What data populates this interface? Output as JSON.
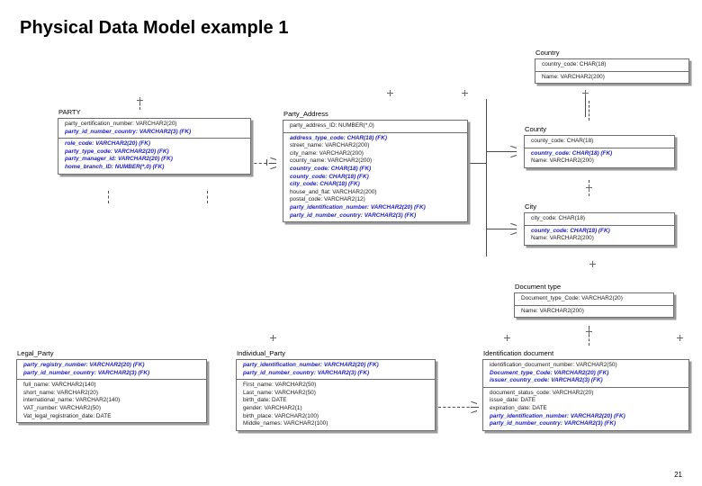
{
  "slide": {
    "title": "Physical Data Model example 1",
    "page_number": "21"
  },
  "entities": {
    "party": {
      "title": "PARTY",
      "pk": [
        "party_certification_number: VARCHAR2(20)",
        "party_id_number_country: VARCHAR2(3) (FK)"
      ],
      "attrs": [
        "role_code: VARCHAR2(20) (FK)",
        "party_type_code: VARCHAR2(20) (FK)",
        "party_manager_id: VARCHAR2(20) (FK)",
        "home_branch_ID: NUMBER(*,0) (FK)"
      ]
    },
    "party_address": {
      "title": "Party_Address",
      "pk": [
        "party_address_ID: NUMBER(*,0)"
      ],
      "attrs": [
        "address_type_code: CHAR(18) (FK)",
        "street_name: VARCHAR2(200)",
        "city_name: VARCHAR2(200)",
        "county_name: VARCHAR2(200)",
        "country_code: CHAR(18) (FK)",
        "county_code: CHAR(18) (FK)",
        "city_code: CHAR(18) (FK)",
        "house_and_flat: VARCHAR2(200)",
        "postal_code: VARCHAR2(12)",
        "party_identification_number: VARCHAR2(20) (FK)",
        "party_id_number_country: VARCHAR2(3) (FK)"
      ]
    },
    "country": {
      "title": "Country",
      "pk": [
        "country_code: CHAR(18)"
      ],
      "attrs": [
        "Name: VARCHAR2(200)"
      ]
    },
    "county": {
      "title": "County",
      "pk": [
        "county_code: CHAR(18)"
      ],
      "attrs": [
        "country_code: CHAR(18) (FK)",
        "Name: VARCHAR2(200)"
      ]
    },
    "city": {
      "title": "City",
      "pk": [
        "city_code: CHAR(18)"
      ],
      "attrs": [
        "county_code: CHAR(18) (FK)",
        "Name: VARCHAR2(200)"
      ]
    },
    "document_type": {
      "title": "Document type",
      "pk": [
        "Document_type_Code: VARCHAR2(20)"
      ],
      "attrs": [
        "Name: VARCHAR2(200)"
      ]
    },
    "legal_party": {
      "title": "Legal_Party",
      "pk": [
        "party_registry_number: VARCHAR2(20) (FK)",
        "party_id_number_country: VARCHAR2(3) (FK)"
      ],
      "attrs": [
        "full_name: VARCHAR2(140)",
        "short_name: VARCHAR2(20)",
        "international_name: VARCHAR2(140)",
        "VAT_number: VARCHAR2(50)",
        "Vat_legal_registration_date: DATE"
      ]
    },
    "individual_party": {
      "title": "Individual_Party",
      "pk": [
        "party_identification_number: VARCHAR2(20) (FK)",
        "party_id_number_country: VARCHAR2(3) (FK)"
      ],
      "attrs": [
        "First_name: VARCHAR2(50)",
        "Last_name: VARCHAR2(50)",
        "birth_date: DATE",
        "gender: VARCHAR2(1)",
        "birth_place: VARCHAR2(100)",
        "Middle_names: VARCHAR2(100)"
      ]
    },
    "identification_document": {
      "title": "Identification document",
      "pk": [
        "identification_document_number: VARCHAR2(50)",
        "Document_type_Code: VARCHAR2(20) (FK)",
        "issuer_country_code: VARCHAR2(3) (FK)"
      ],
      "attrs": [
        "document_status_code: VARCHAR2(20)",
        "issue_date: DATE",
        "expiration_date: DATE",
        "party_identification_number: VARCHAR2(20) (FK)",
        "party_id_number_country: VARCHAR2(3) (FK)"
      ]
    }
  },
  "colors": {
    "fk_text": "#2020c0",
    "pk_text": "#1a1a1a",
    "box_border": "#6f6f6f",
    "box_shadow": "#9a9a9a",
    "background": "#ffffff"
  }
}
